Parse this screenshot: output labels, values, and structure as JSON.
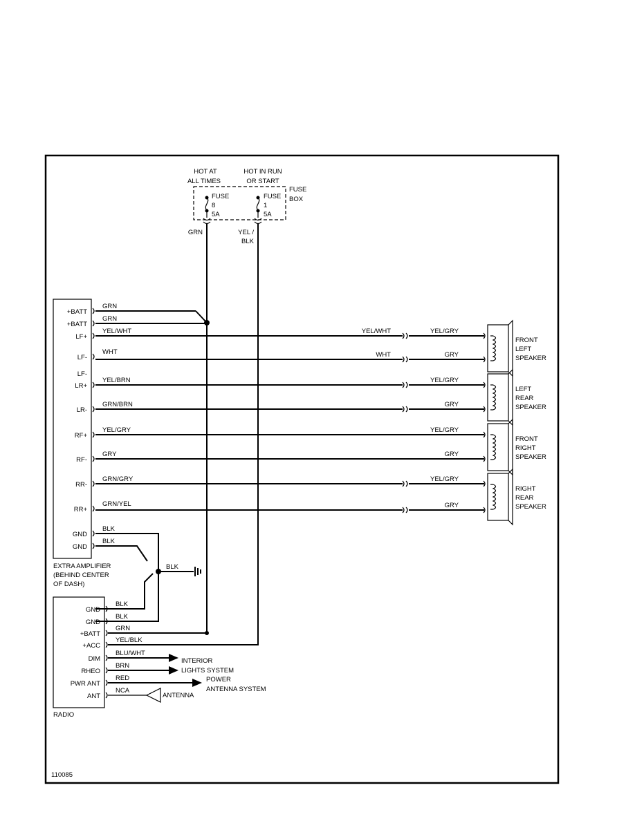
{
  "fuse_box": {
    "hot_at_all_times": [
      "HOT AT",
      "ALL TIMES"
    ],
    "hot_in_run": [
      "HOT IN RUN",
      "OR START"
    ],
    "box_label": [
      "FUSE",
      "BOX"
    ],
    "fuse_a": [
      "FUSE",
      "8",
      "5A"
    ],
    "fuse_b": [
      "FUSE",
      "1",
      "5A"
    ],
    "wire_a": "GRN",
    "wire_b": [
      "YEL /",
      "BLK"
    ]
  },
  "amplifier": {
    "caption": [
      "EXTRA AMPLIFIER",
      "(BEHIND CENTER",
      "OF DASH)"
    ],
    "pins": [
      "+BATT",
      "+BATT",
      "LF+",
      "LF-",
      "LR+",
      "LR-",
      "RF+",
      "RF-",
      "RR-",
      "RR+",
      "GND",
      "GND"
    ],
    "wires": [
      "GRN",
      "GRN",
      "YEL/WHT",
      "WHT",
      "YEL/BRN",
      "GRN/BRN",
      "YEL/GRY",
      "GRY",
      "GRN/GRY",
      "GRN/YEL",
      "BLK",
      "BLK"
    ]
  },
  "speaker_runs": [
    {
      "mid": "YEL/WHT",
      "end": "YEL/GRY"
    },
    {
      "mid": "WHT",
      "end": "GRY"
    },
    {
      "mid": "",
      "end": "YEL/GRY"
    },
    {
      "mid": "",
      "end": "GRY"
    },
    {
      "mid": "",
      "end": "YEL/GRY"
    },
    {
      "mid": "",
      "end": "GRY"
    },
    {
      "mid": "",
      "end": "YEL/GRY"
    },
    {
      "mid": "",
      "end": "GRY"
    }
  ],
  "speakers": [
    [
      "FRONT",
      "LEFT",
      "SPEAKER"
    ],
    [
      "LEFT",
      "REAR",
      "SPEAKER"
    ],
    [
      "FRONT",
      "RIGHT",
      "SPEAKER"
    ],
    [
      "RIGHT",
      "REAR",
      "SPEAKER"
    ]
  ],
  "ground": {
    "wire": "BLK"
  },
  "radio": {
    "caption": "RADIO",
    "pins": [
      "GND",
      "GND",
      "+BATT",
      "+ACC",
      "DIM",
      "RHEO",
      "PWR ANT",
      "ANT"
    ],
    "wires": [
      "BLK",
      "BLK",
      "GRN",
      "YEL/BLK",
      "BLU/WHT",
      "BRN",
      "RED",
      "NCA"
    ]
  },
  "destinations": {
    "interior": [
      "INTERIOR",
      "LIGHTS SYSTEM"
    ],
    "power_antenna": [
      "POWER",
      "ANTENNA SYSTEM"
    ],
    "antenna": "ANTENNA"
  },
  "figure_id": "110085"
}
